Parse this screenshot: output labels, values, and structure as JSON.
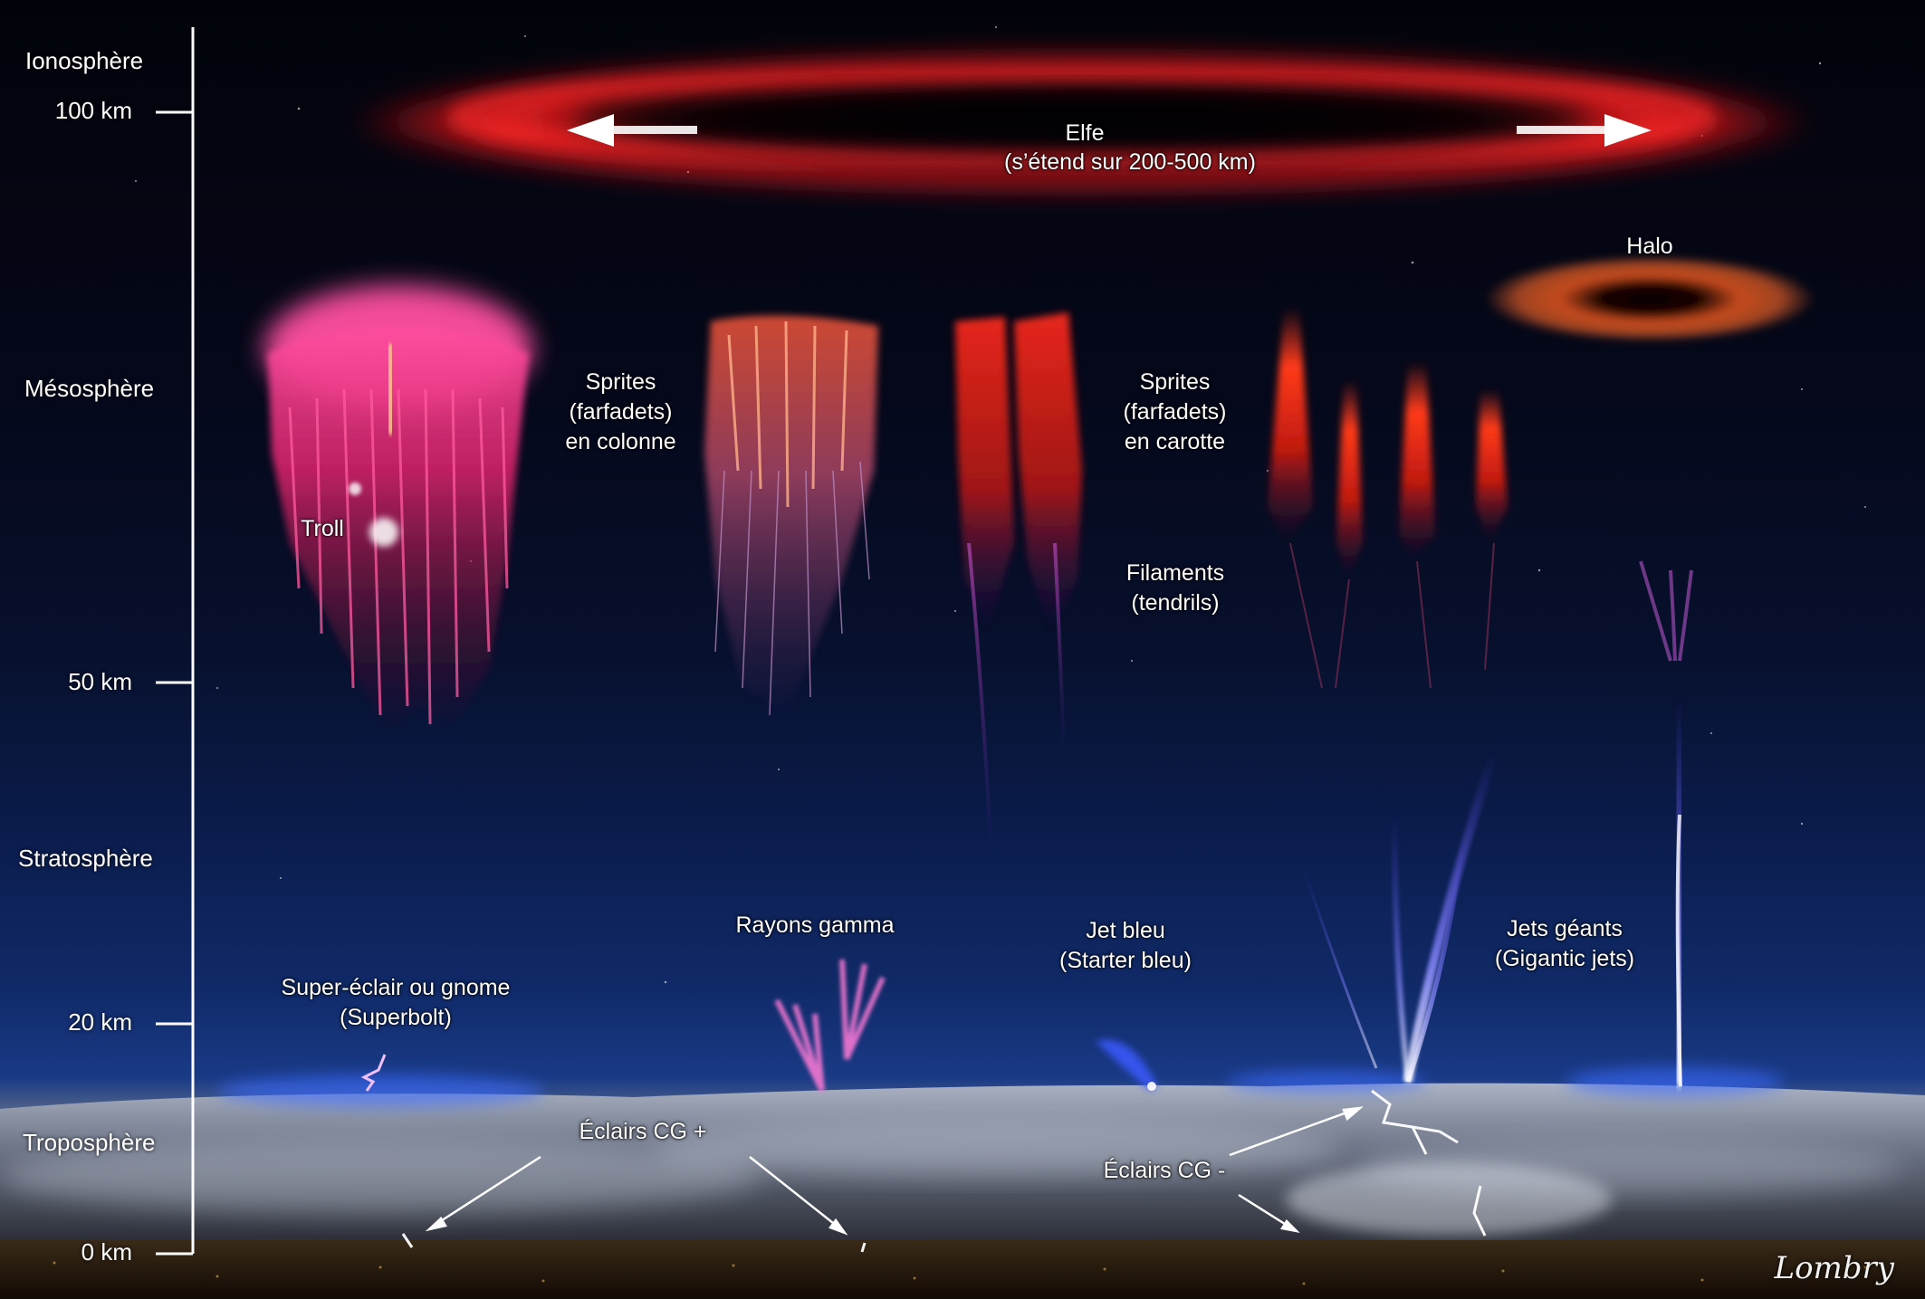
{
  "layers": [
    {
      "id": "ionosphere",
      "label": "Ionosphère"
    },
    {
      "id": "mesosphere",
      "label": "Mésosphère"
    },
    {
      "id": "stratosphere",
      "label": "Stratosphère"
    },
    {
      "id": "troposphere",
      "label": "Troposphère"
    }
  ],
  "altitudes": [
    {
      "id": "100",
      "label": "100 km"
    },
    {
      "id": "50",
      "label": "50 km"
    },
    {
      "id": "20",
      "label": "20 km"
    },
    {
      "id": "0",
      "label": "0 km"
    }
  ],
  "phenomena": {
    "elfe": {
      "line1": "Elfe",
      "line2": "(s’étend sur 200-500 km)"
    },
    "halo": {
      "line1": "Halo"
    },
    "sprites_colonne": {
      "line1": "Sprites",
      "line2": "(farfadets)",
      "line3": "en colonne"
    },
    "sprites_carotte": {
      "line1": "Sprites",
      "line2": "(farfadets)",
      "line3": "en carotte"
    },
    "troll": {
      "line1": "Troll"
    },
    "filaments": {
      "line1": "Filaments",
      "line2": "(tendrils)"
    },
    "rayons_gamma": {
      "line1": "Rayons gamma"
    },
    "jet_bleu": {
      "line1": "Jet bleu",
      "line2": "(Starter bleu)"
    },
    "jets_geants": {
      "line1": "Jets géants",
      "line2": "(Gigantic jets)"
    },
    "super_eclair": {
      "line1": "Super-éclair ou gnome",
      "line2": "(Superbolt)"
    },
    "eclairs_cg_plus": {
      "line1": "Éclairs CG +"
    },
    "eclairs_cg_minus": {
      "line1": "Éclairs CG -"
    }
  },
  "signature": "Lombry",
  "colors": {
    "elve_red": "#ff1a1a",
    "sprite_red": "#ff2a2a",
    "troll_pink": "#ff3d8c",
    "blue_jet": "#5a6bff",
    "gamma_pink": "#ff7ad6",
    "halo_orange": "#ff6a2a",
    "axis_white": "#ffffff"
  }
}
